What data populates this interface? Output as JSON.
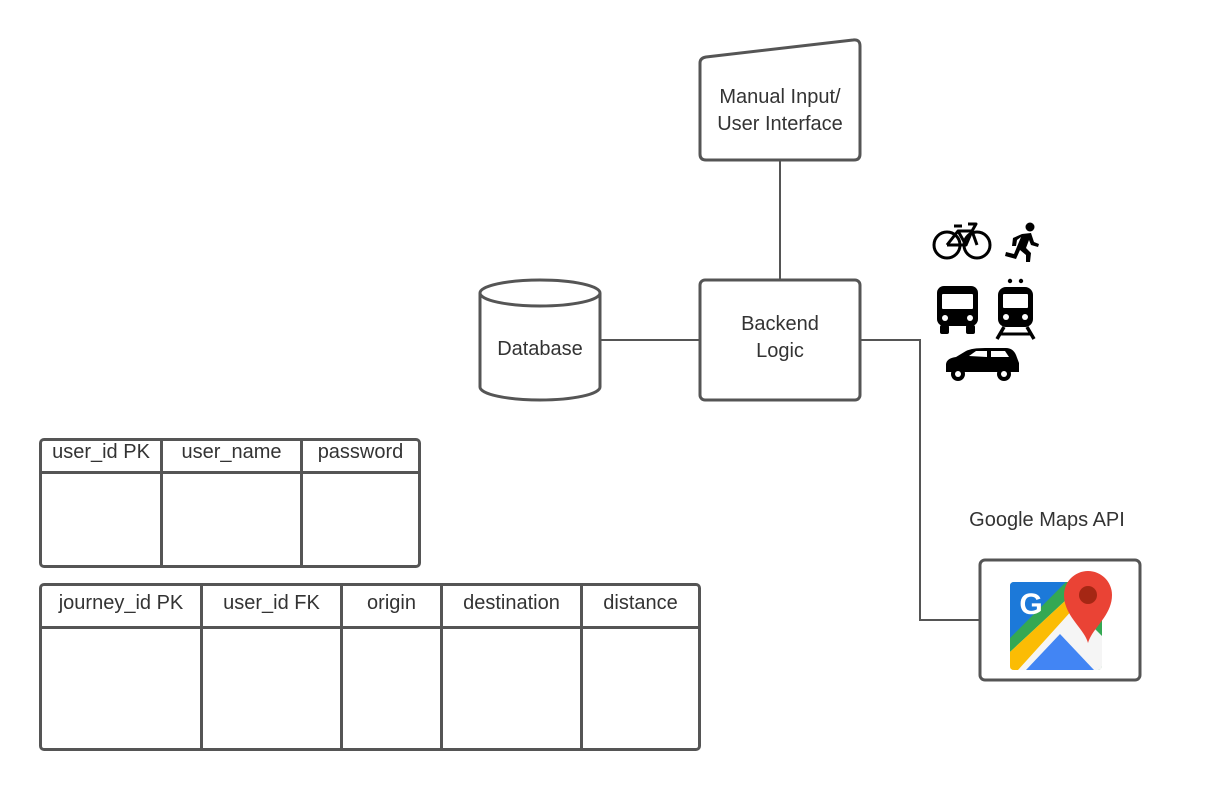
{
  "nodes": {
    "manual_input": {
      "label_line1": "Manual Input/",
      "label_line2": "User Interface"
    },
    "backend": {
      "label_line1": "Backend",
      "label_line2": "Logic"
    },
    "database": {
      "label": "Database"
    },
    "google_maps": {
      "label": "Google Maps API"
    }
  },
  "transport_modes": [
    "bicycle-icon",
    "running-person-icon",
    "bus-icon",
    "train-icon",
    "car-icon"
  ],
  "tables": {
    "users": {
      "columns": [
        "user_id PK",
        "user_name",
        "password"
      ]
    },
    "journeys": {
      "columns": [
        "journey_id PK",
        "user_id FK",
        "origin",
        "destination",
        "distance"
      ]
    }
  },
  "colors": {
    "stroke": "#555555",
    "text": "#333333",
    "icon": "#000000"
  }
}
